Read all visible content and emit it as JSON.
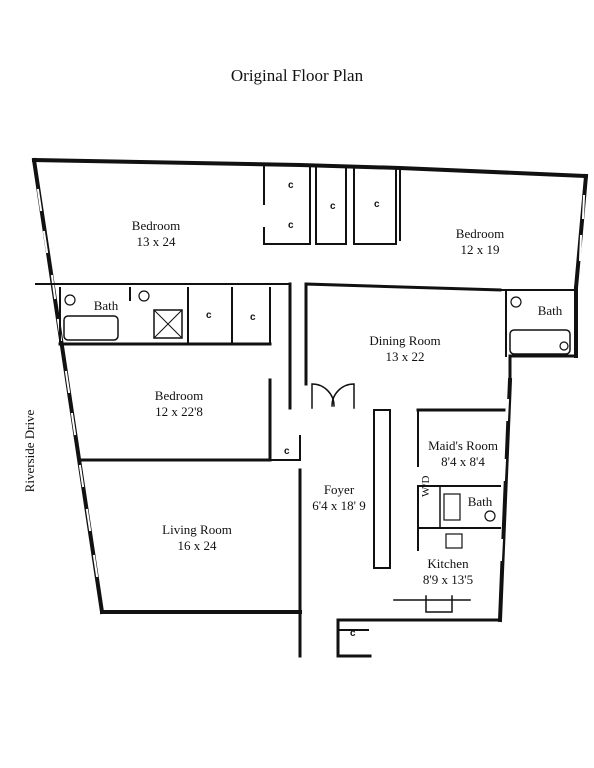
{
  "title": "Original Floor Plan",
  "street": "Riverside Drive",
  "rooms": {
    "bedroom_nw": {
      "name": "Bedroom",
      "dim": "13 x 24"
    },
    "bedroom_ne": {
      "name": "Bedroom",
      "dim": "12 x 19"
    },
    "bedroom_w": {
      "name": "Bedroom",
      "dim": "12 x 22'8"
    },
    "dining": {
      "name": "Dining Room",
      "dim": "13 x 22"
    },
    "maids": {
      "name": "Maid's Room",
      "dim": "8'4 x 8'4"
    },
    "foyer": {
      "name": "Foyer",
      "dim": "6'4 x 18' 9"
    },
    "living": {
      "name": "Living Room",
      "dim": "16 x 24"
    },
    "kitchen": {
      "name": "Kitchen",
      "dim": "8'9 x 13'5"
    }
  },
  "baths": {
    "west": "Bath",
    "east": "Bath",
    "maids": "Bath"
  },
  "washer_dryer": "W/D",
  "closet_label": "c"
}
